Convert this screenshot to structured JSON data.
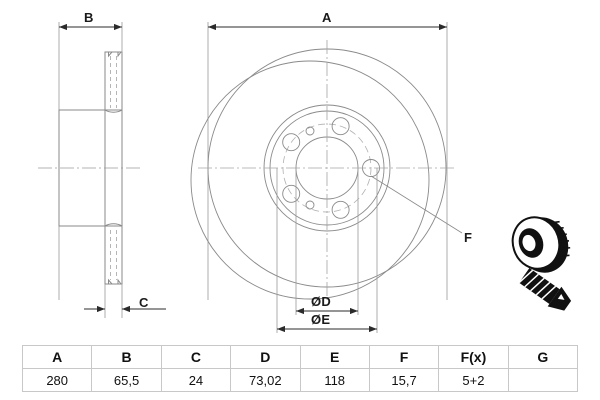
{
  "document": {
    "type": "technical-drawing",
    "subject": "ventilated brake disc",
    "background_color": "#ffffff",
    "line_color": "#7a7a7a",
    "text_color": "#111111"
  },
  "views": {
    "section_view": {
      "name": "side-section-view",
      "dimension_labels": [
        {
          "key": "B",
          "text": "B",
          "position": "top"
        },
        {
          "key": "C",
          "text": "C",
          "position": "bottom-right"
        }
      ]
    },
    "front_view": {
      "name": "front-view",
      "dimension_labels": [
        {
          "key": "A",
          "text": "A",
          "position": "top"
        },
        {
          "key": "D",
          "text": "ØD",
          "position": "bottom"
        },
        {
          "key": "E",
          "text": "ØE",
          "position": "bottom"
        },
        {
          "key": "F",
          "text": "F",
          "position": "right-leader"
        }
      ],
      "bolt_holes": 5,
      "pilot_holes": 2
    },
    "pictorial": {
      "name": "product-pictorial",
      "items": [
        {
          "label": "brake-disc-3d"
        },
        {
          "label": "countersunk-screw"
        }
      ]
    }
  },
  "table": {
    "headers": [
      "A",
      "B",
      "C",
      "D",
      "E",
      "F",
      "F(x)",
      "G"
    ],
    "values": [
      "280",
      "65,5",
      "24",
      "73,02",
      "118",
      "15,7",
      "5+2",
      ""
    ]
  }
}
